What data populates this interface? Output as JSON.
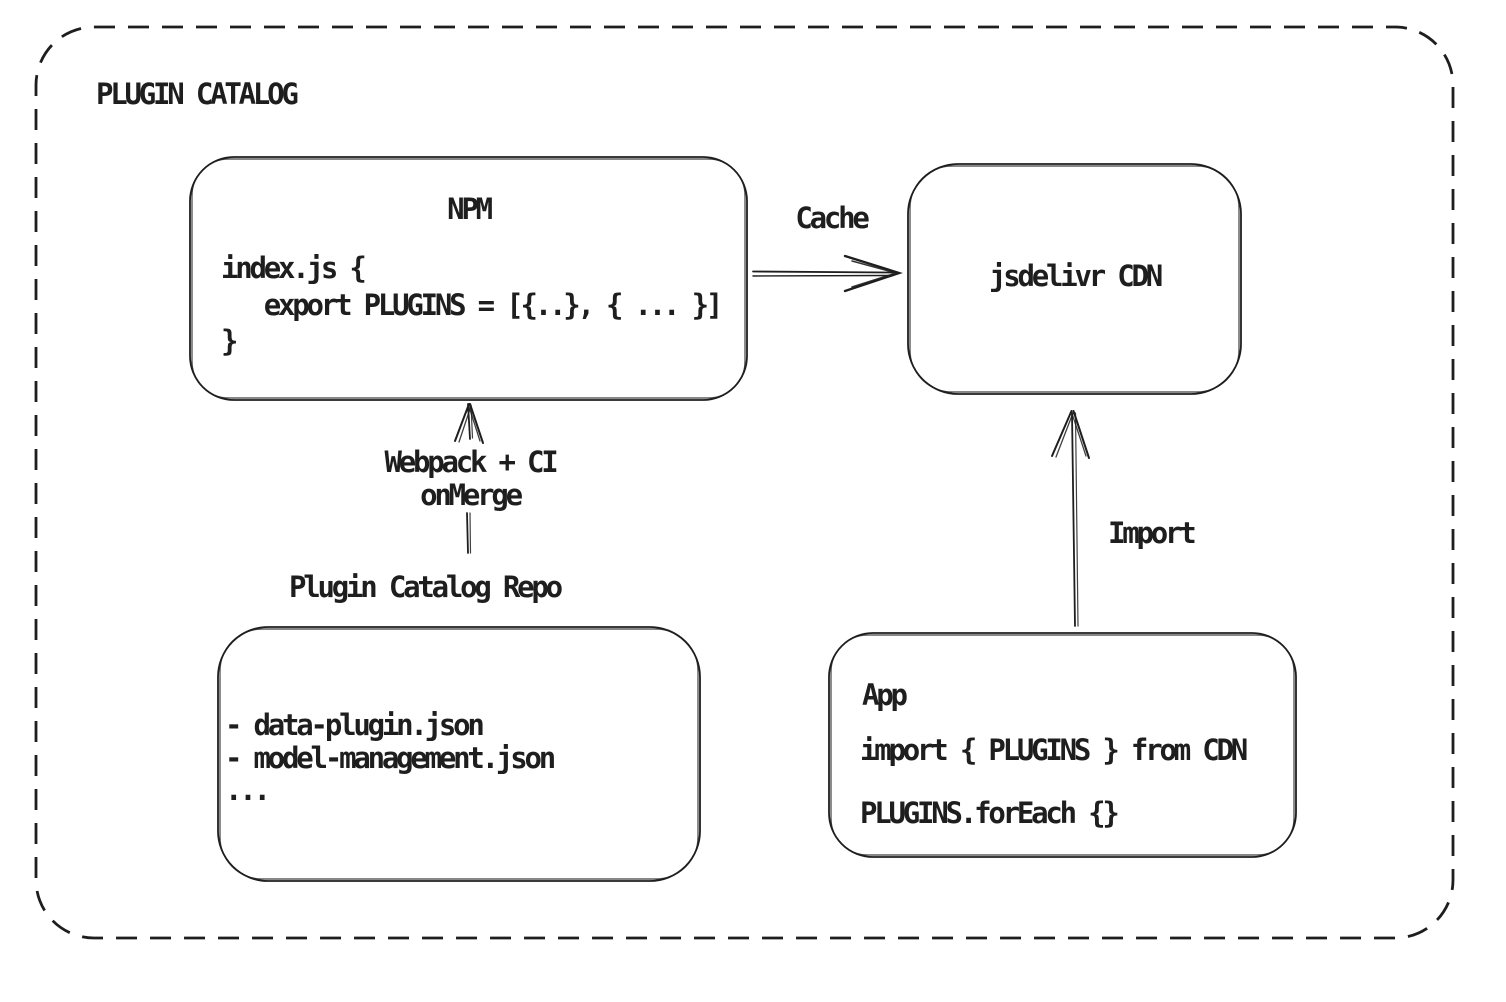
{
  "page": {
    "background": "#ffffff",
    "ink": "#1e1e1e"
  },
  "title": "PLUGIN CATALOG",
  "nodes": {
    "npm": {
      "title": "NPM",
      "code": "index.js {\n   export PLUGINS = [{..}, { ... }]\n}"
    },
    "cdn": {
      "label": "jsdelivr CDN"
    },
    "repo": {
      "label": "Plugin Catalog Repo",
      "files": "- data-plugin.json\n- model-management.json\n..."
    },
    "app": {
      "title": "App",
      "code_import": "import { PLUGINS } from CDN",
      "code_foreach": "PLUGINS.forEach {}"
    }
  },
  "edges": {
    "cache": {
      "label": "Cache",
      "from": "npm",
      "to": "cdn"
    },
    "webpack_ci": {
      "label": "Webpack + CI\nonMerge",
      "from": "repo",
      "to": "npm"
    },
    "import": {
      "label": "Import",
      "from": "app",
      "to": "cdn"
    }
  }
}
